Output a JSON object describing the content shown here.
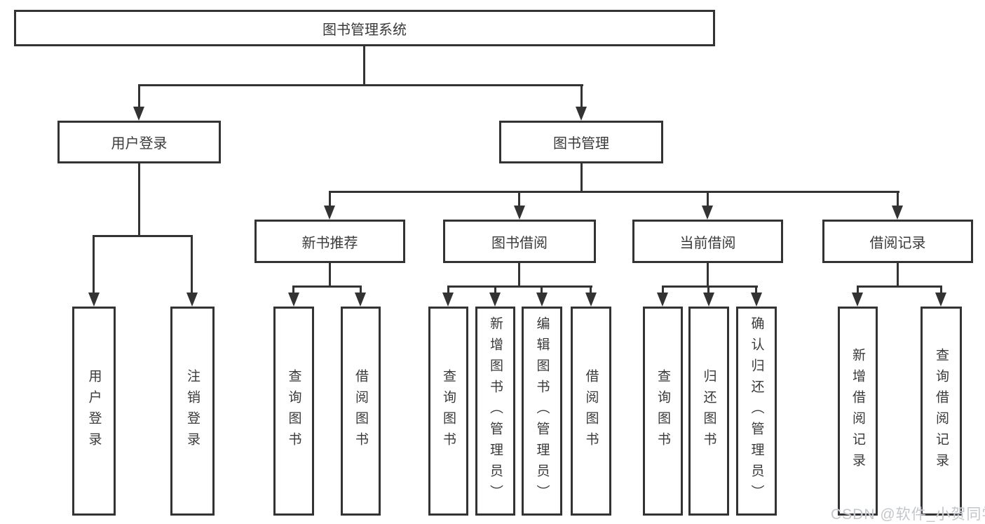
{
  "diagram": {
    "root": {
      "label": "图书管理系统"
    },
    "level2": [
      {
        "id": "user-login",
        "label": "用户登录"
      },
      {
        "id": "book-management",
        "label": "图书管理"
      }
    ],
    "level3": [
      {
        "id": "new-book-recommend",
        "label": "新书推荐"
      },
      {
        "id": "book-borrow",
        "label": "图书借阅"
      },
      {
        "id": "current-borrow",
        "label": "当前借阅"
      },
      {
        "id": "borrow-records",
        "label": "借阅记录"
      }
    ],
    "leaves": {
      "user_login": [
        "用户登录",
        "注销登录"
      ],
      "new_book_recommend": [
        "查询图书",
        "借阅图书"
      ],
      "book_borrow": [
        "查询图书",
        "新增图书（管理员）",
        "编辑图书（管理员）",
        "借阅图书"
      ],
      "current_borrow": [
        "查询图书",
        "归还图书",
        "确认归还（管理员）"
      ],
      "borrow_records": [
        "新增借阅记录",
        "查询借阅记录"
      ]
    }
  },
  "watermark": "CSDN @软件_小贺同学",
  "colors": {
    "line": "#333333",
    "text": "#3a3a3a",
    "background": "#ffffff",
    "watermark": "#c3c7cc"
  }
}
